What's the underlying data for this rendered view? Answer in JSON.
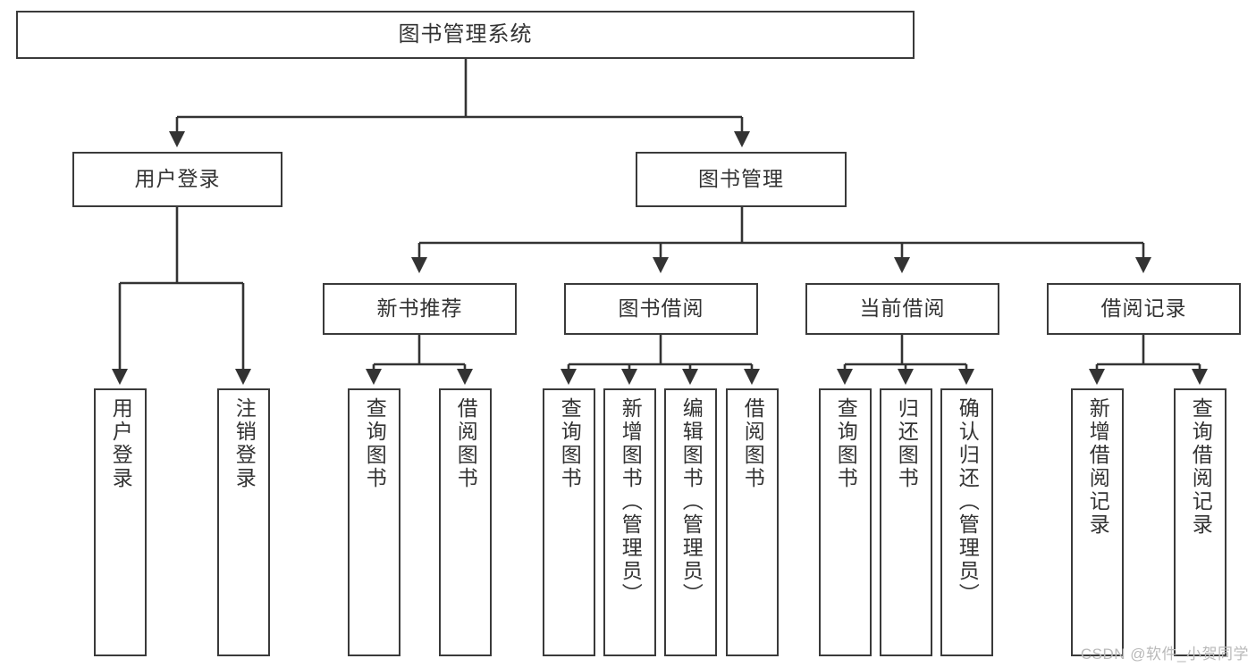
{
  "diagram": {
    "type": "tree",
    "title": "图书管理系统",
    "watermark": "CSDN @软件_小贺同学",
    "colors": {
      "box_border": "#3a3a3a",
      "box_fill": "#ffffff",
      "edge": "#333333",
      "text": "#333333",
      "watermark": "#b9b9b9"
    },
    "nodes": {
      "root": {
        "label": "图书管理系统"
      },
      "level2": [
        {
          "id": "user-login",
          "label": "用户登录"
        },
        {
          "id": "book-manage",
          "label": "图书管理"
        }
      ],
      "level3": [
        {
          "id": "new-book-recommend",
          "label": "新书推荐"
        },
        {
          "id": "book-borrow",
          "label": "图书借阅"
        },
        {
          "id": "current-borrow",
          "label": "当前借阅"
        },
        {
          "id": "borrow-record",
          "label": "借阅记录"
        }
      ],
      "leaves": {
        "user_login": [
          {
            "id": "leaf-user-login",
            "label": "用户登录"
          },
          {
            "id": "leaf-logout-login",
            "label": "注销登录"
          }
        ],
        "new_book_recommend": [
          {
            "id": "leaf-query-book-1",
            "label": "查询图书"
          },
          {
            "id": "leaf-borrow-book-1",
            "label": "借阅图书"
          }
        ],
        "book_borrow": [
          {
            "id": "leaf-query-book-2",
            "label": "查询图书"
          },
          {
            "id": "leaf-add-book",
            "label": "新增图书（管理员）"
          },
          {
            "id": "leaf-edit-book",
            "label": "编辑图书（管理员）"
          },
          {
            "id": "leaf-borrow-book-2",
            "label": "借阅图书"
          }
        ],
        "current_borrow": [
          {
            "id": "leaf-query-book-3",
            "label": "查询图书"
          },
          {
            "id": "leaf-return-book",
            "label": "归还图书"
          },
          {
            "id": "leaf-confirm-return",
            "label": "确认归还（管理员）"
          }
        ],
        "borrow_record": [
          {
            "id": "leaf-add-record",
            "label": "新增借阅记录"
          },
          {
            "id": "leaf-query-record",
            "label": "查询借阅记录"
          }
        ]
      }
    }
  }
}
